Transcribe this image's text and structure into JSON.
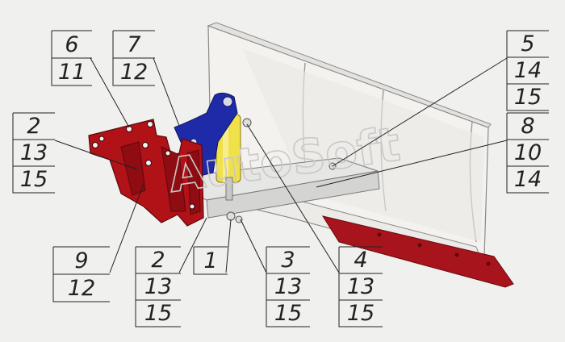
{
  "watermark": "AutoSoft",
  "colors": {
    "frame_red": "#b01218",
    "bracket_blue": "#1e2aa8",
    "cylinder_yellow": "#f0e04a",
    "blade_white": "#f4f2ee",
    "edge_red": "#a8141c"
  },
  "callouts": {
    "c1": {
      "lines": [
        "6",
        "11"
      ]
    },
    "c2": {
      "lines": [
        "7",
        "12"
      ]
    },
    "c3": {
      "lines": [
        "2",
        "13",
        "15"
      ]
    },
    "c4": {
      "lines": [
        "5",
        "14",
        "15"
      ]
    },
    "c5": {
      "lines": [
        "8",
        "10",
        "14"
      ]
    },
    "c6": {
      "lines": [
        "9",
        "12"
      ]
    },
    "c7": {
      "lines": [
        "2",
        "13",
        "15"
      ]
    },
    "c8": {
      "lines": [
        "1"
      ]
    },
    "c9": {
      "lines": [
        "3",
        "13",
        "15"
      ]
    },
    "c10": {
      "lines": [
        "4",
        "13",
        "15"
      ]
    }
  }
}
